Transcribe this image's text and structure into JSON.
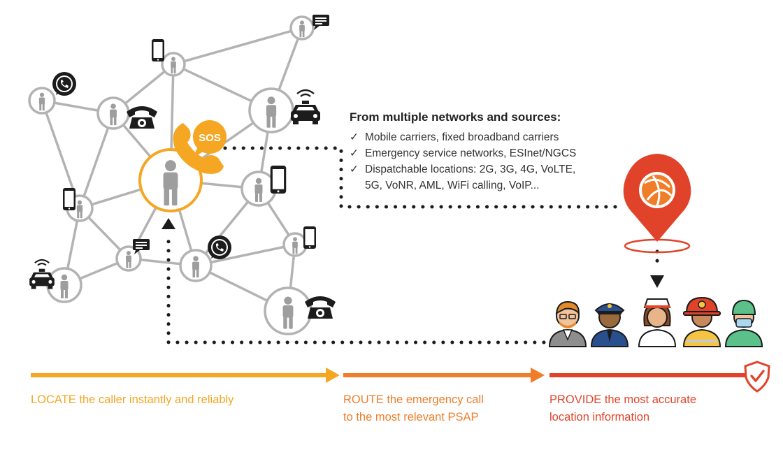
{
  "heading": "From multiple networks and sources:",
  "sources": [
    {
      "text": "Mobile carriers, fixed broadband carriers"
    },
    {
      "text": "Emergency service networks, ESInet/NGCS"
    },
    {
      "text": "Dispatchable locations: 2G, 3G, 4G, VoLTE,",
      "cont": "5G, VoNR, AML, WiFi calling, VoIP..."
    }
  ],
  "sos_label": "SOS",
  "steps": [
    {
      "line1": "LOCATE the caller instantly and reliably",
      "line2": ""
    },
    {
      "line1": "ROUTE the emergency call",
      "line2": "to the most relevant PSAP"
    },
    {
      "line1": "PROVIDE the most accurate",
      "line2": "location information"
    }
  ],
  "colors": {
    "locate": "#f5a623",
    "route": "#ef7d2a",
    "provide": "#e1432a",
    "network_line": "#b3b3b3",
    "caller_ring": "#f5a623"
  },
  "icons": [
    "phone-icon",
    "whatsapp-icon",
    "chat-icon",
    "taxi-icon",
    "landline-icon",
    "sos-phone-icon",
    "location-pin-icon",
    "shield-check-icon"
  ],
  "responders": [
    "businessman",
    "police-officer",
    "nurse",
    "firefighter",
    "doctor"
  ]
}
